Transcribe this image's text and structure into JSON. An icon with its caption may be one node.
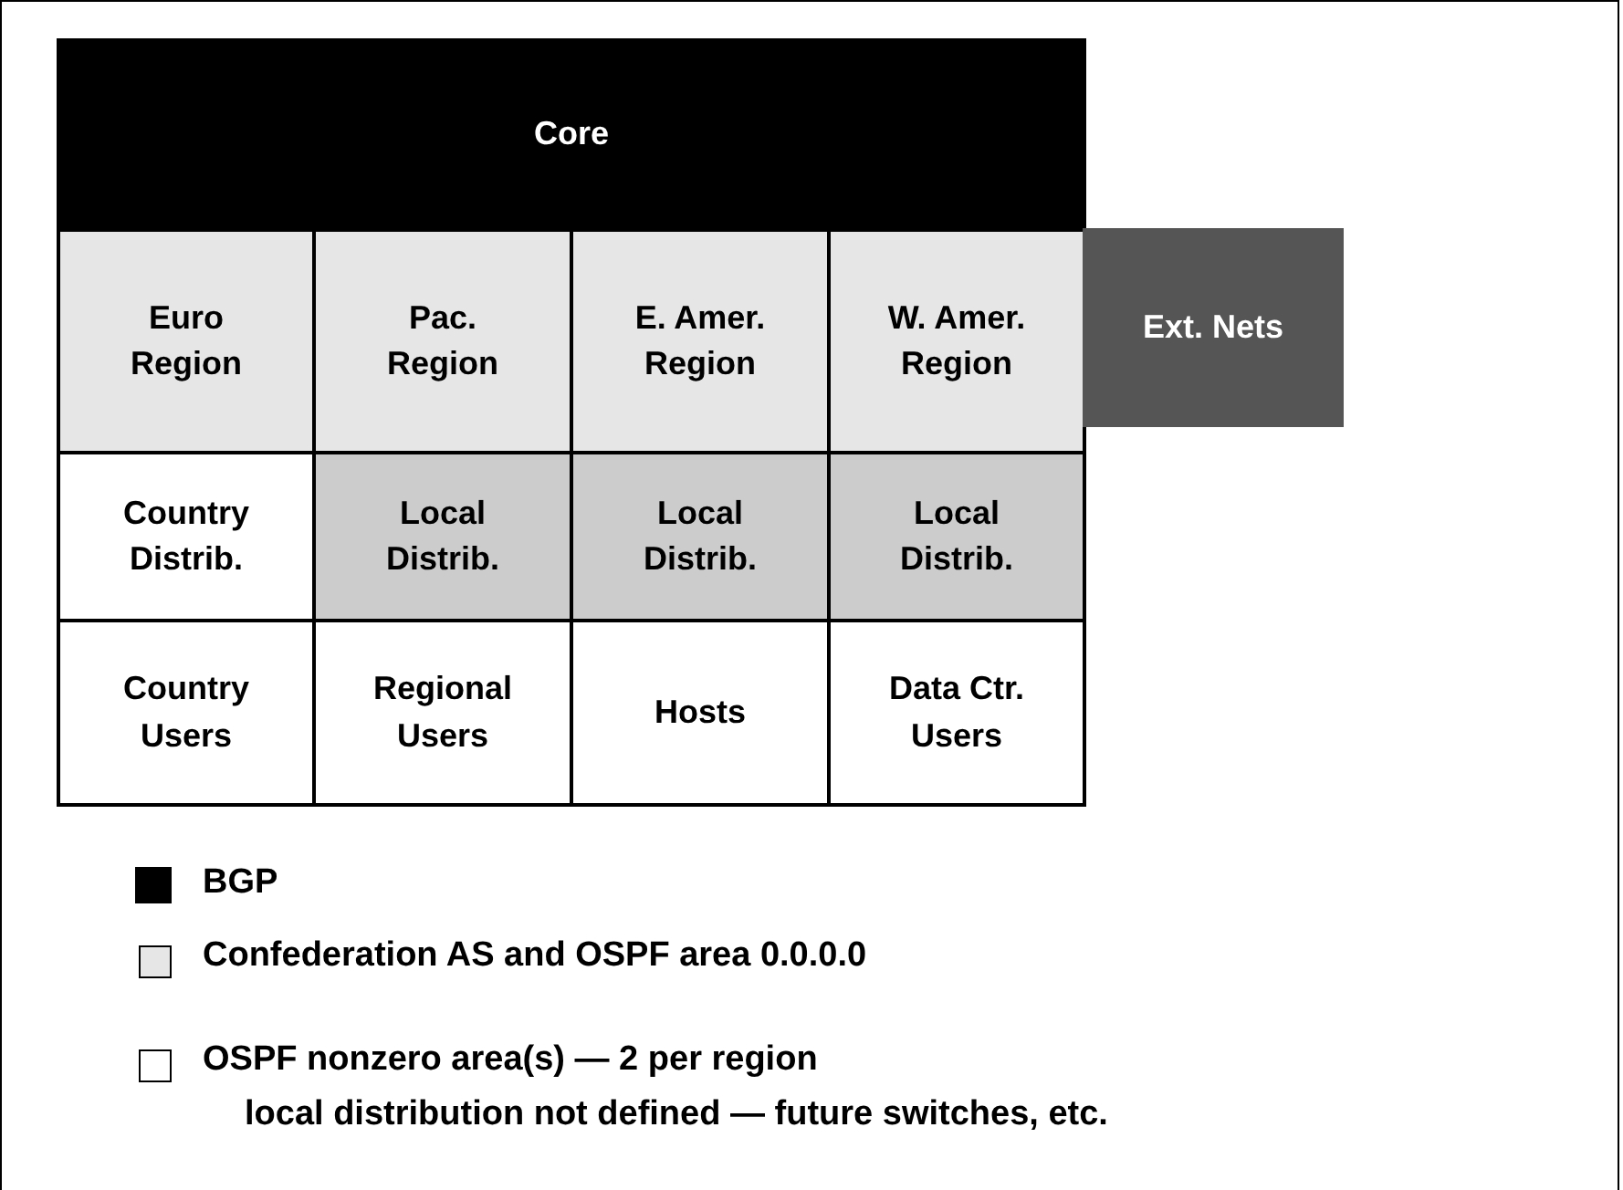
{
  "diagram": {
    "nodes": [
      {
        "text": [
          "Core"
        ]
      },
      {
        "text": [
          "Euro Region"
        ]
      },
      {
        "text": [
          "Pac. Region"
        ]
      },
      {
        "text": [
          "E. Amer. Region"
        ]
      },
      {
        "text": [
          "W. Amer. Region"
        ]
      },
      {
        "text": [
          "Ext. Nets"
        ]
      },
      {
        "text": [
          "Country Distrib."
        ]
      },
      {
        "text": [
          "Local Distrib."
        ]
      },
      {
        "text": [
          "Local Distrib."
        ]
      },
      {
        "text": [
          "Local Distrib."
        ]
      },
      {
        "text": [
          "Country Users"
        ]
      },
      {
        "text": [
          "Regional Users"
        ]
      },
      {
        "text": [
          "Hosts"
        ]
      },
      {
        "text": [
          "Data Ctr. Users"
        ]
      }
    ],
    "labels": [
      "local distribution not defined — future switches, etc."
    ],
    "legend": [
      {
        "text": "BGP",
        "color": "#000000"
      },
      {
        "text": "Confederation AS and OSPF area 0.0.0.0",
        "color": "#e6e6e6"
      },
      {
        "text": "OSPF nonzero area(s) — 2 per region",
        "color": "#ffffff"
      }
    ]
  }
}
